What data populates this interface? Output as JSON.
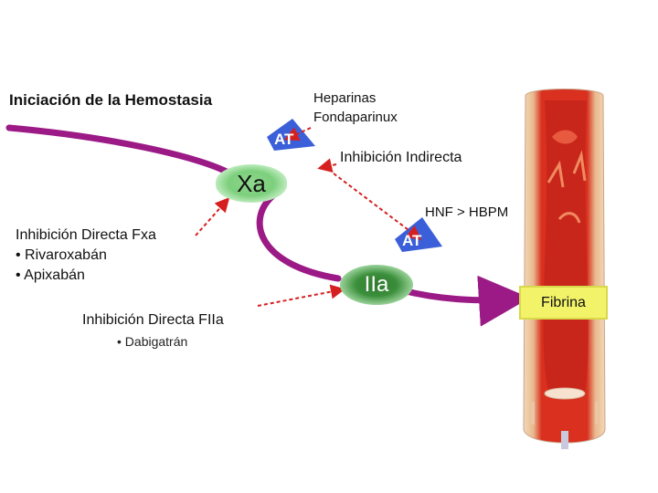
{
  "title": "Iniciación de la Hemostasia",
  "drugs_indirect": {
    "line1": "Heparinas",
    "line2": "Fondaparinux"
  },
  "indirect_label": "Inhibición Indirecta",
  "hnf_label": "HNF > HBPM",
  "direct_xa": {
    "heading": "Inhibición Directa Fxa",
    "items": [
      "• Rivaroxabán",
      "• Apixabán"
    ]
  },
  "direct_iia": {
    "heading": "Inhibición Directa FIIa",
    "items": [
      "• Dabigatrán"
    ]
  },
  "nodes": {
    "xa": "Xa",
    "iia": "IIa",
    "at1": "AT",
    "at2": "AT"
  },
  "fibrina": "Fibrina",
  "colors": {
    "pathway": "#9b1a86",
    "inhibition_arrow": "#d62020",
    "at_badge": "#3a5fd8",
    "vessel_red": "#d9301f",
    "vessel_cream": "#f3d8b8",
    "fibrina_box": "#f3f36a"
  }
}
